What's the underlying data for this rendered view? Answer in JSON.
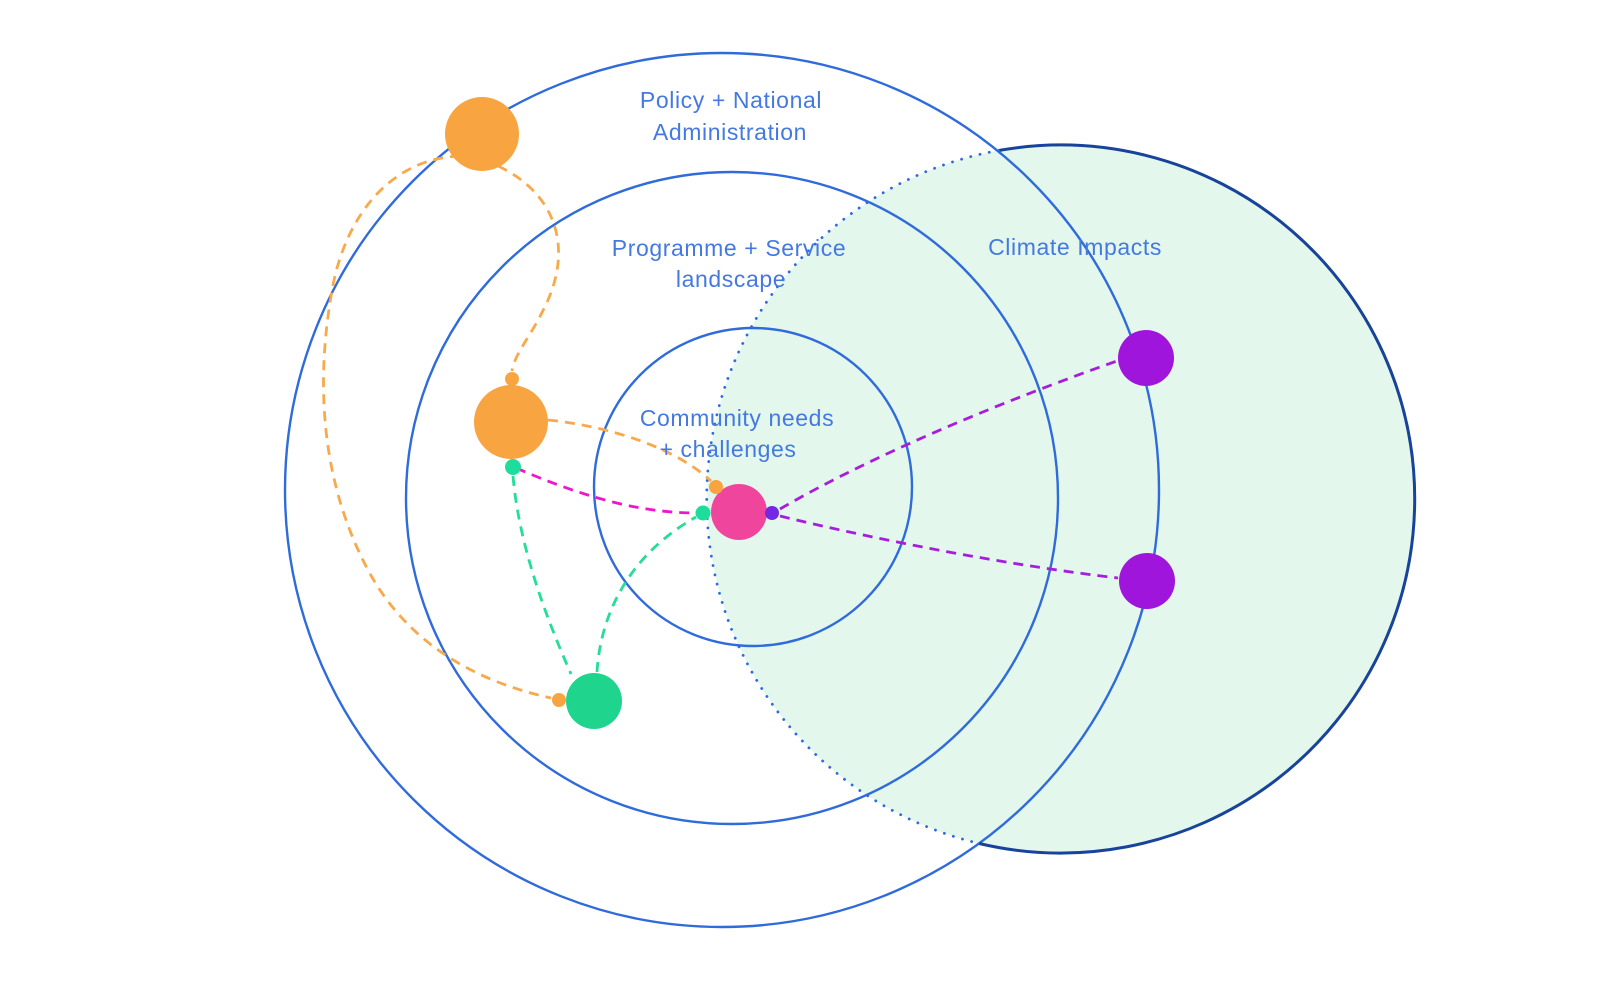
{
  "colors": {
    "ring_stroke": "#2F6BDA",
    "climate_border": "#17439B",
    "climate_fill": "#E3F7EC",
    "label_text": "#4479E1",
    "orange": "#F7A441",
    "orange_dash": "#F8A94C",
    "pink": "#F0459D",
    "green": "#1FD48D",
    "teal": "#1EDD9C",
    "purple": "#A015DC",
    "purple_connector_dot": "#7527E6",
    "magenta_dash": "#F014CB",
    "green_dash": "#25DD97",
    "purple_dash": "#A61DDC"
  },
  "rings": {
    "policy": {
      "line1": "Policy + National",
      "line2": "Administration"
    },
    "programme": {
      "line1": "Programme + Service",
      "line2": "landscape"
    },
    "community": {
      "line1": "Community needs",
      "line2": "+ challenges"
    },
    "climate": {
      "label": "Climate Impacts"
    }
  }
}
